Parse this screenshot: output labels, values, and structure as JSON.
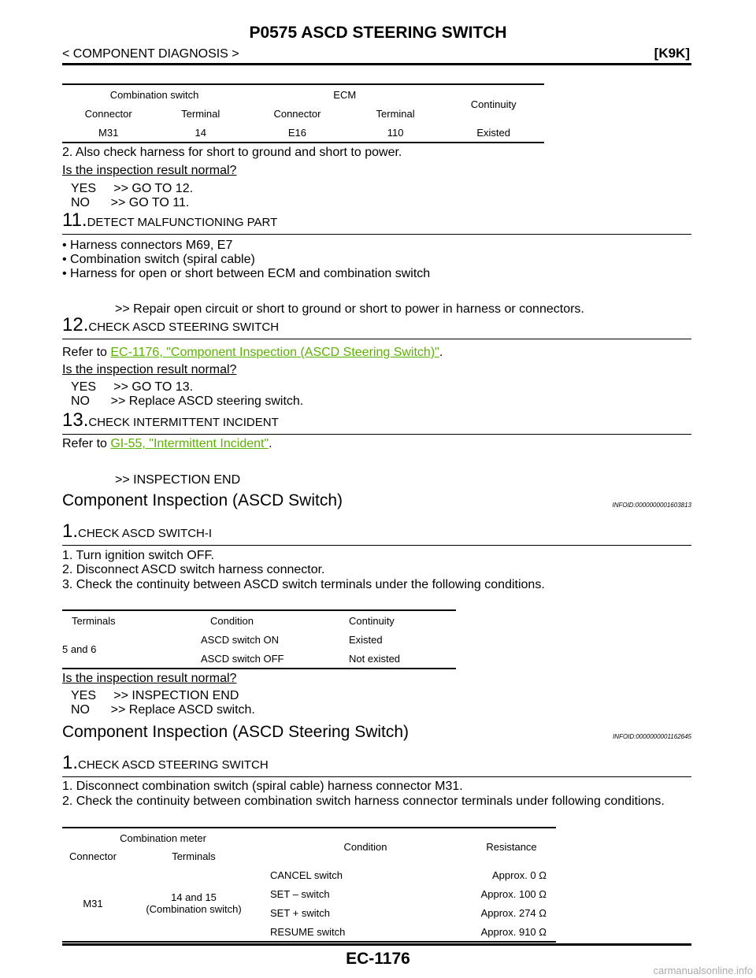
{
  "header": {
    "title": "P0575 ASCD STEERING SWITCH",
    "section": "< COMPONENT DIAGNOSIS >",
    "model": "[K9K]"
  },
  "table1": {
    "group1": "Combination switch",
    "group2": "ECM",
    "continuity": "Continuity",
    "sub": [
      "Connector",
      "Terminal",
      "Connector",
      "Terminal"
    ],
    "row": [
      "M31",
      "14",
      "E16",
      "110",
      "Existed"
    ]
  },
  "s10": {
    "line2": "2. Also check harness for short to ground and short to power.",
    "question": "Is the inspection result normal?",
    "yes": "YES     >> GO TO 12.",
    "no": "NO      >> GO TO 11."
  },
  "s11": {
    "num": "11.",
    "title": "DETECT MALFUNCTIONING PART",
    "bullets": [
      "• Harness connectors M69, E7",
      "• Combination switch (spiral cable)",
      "• Harness for open or short between ECM and combination switch"
    ],
    "action": ">> Repair open circuit or short to ground or short to power in harness or connectors."
  },
  "s12": {
    "num": "12.",
    "title": "CHECK ASCD STEERING SWITCH",
    "refer": "Refer to ",
    "link": "EC-1176, \"Component Inspection (ASCD Steering Switch)\"",
    "period": ".",
    "question": "Is the inspection result normal?",
    "yes": "YES     >> GO TO 13.",
    "no": "NO      >> Replace ASCD steering switch."
  },
  "s13": {
    "num": "13.",
    "title": "CHECK INTERMITTENT INCIDENT",
    "refer": "Refer to ",
    "link": "GI-55, \"Intermittent Incident\"",
    "period": ".",
    "action": ">> INSPECTION END"
  },
  "ci1": {
    "heading": "Component Inspection (ASCD Switch)",
    "infoid": "INFOID:0000000001603813",
    "num": "1.",
    "title": "CHECK ASCD SWITCH-I",
    "steps": [
      "1. Turn ignition switch OFF.",
      "2. Disconnect ASCD switch harness connector.",
      "3. Check the continuity between ASCD switch terminals under the following conditions."
    ],
    "table": {
      "headers": [
        "Terminals",
        "Condition",
        "Continuity"
      ],
      "terminals": "5 and 6",
      "rows": [
        [
          "ASCD switch ON",
          "Existed"
        ],
        [
          "ASCD switch OFF",
          "Not existed"
        ]
      ]
    },
    "question": "Is the inspection result normal?",
    "yes": "YES     >> INSPECTION END",
    "no": "NO      >> Replace ASCD switch."
  },
  "ci2": {
    "heading": "Component Inspection (ASCD Steering Switch)",
    "infoid": "INFOID:0000000001162645",
    "num": "1.",
    "title": "CHECK ASCD STEERING SWITCH",
    "steps": [
      "1. Disconnect combination switch (spiral cable) harness connector M31.",
      "2. Check the continuity between combination switch harness connector terminals under following conditions."
    ],
    "table": {
      "group": "Combination meter",
      "sub": [
        "Connector",
        "Terminals"
      ],
      "condition": "Condition",
      "resistance": "Resistance",
      "connector": "M31",
      "terminals1": "14 and 15",
      "terminals2": "(Combination switch)",
      "rows": [
        [
          "CANCEL switch",
          "Approx. 0 Ω"
        ],
        [
          "SET – switch",
          "Approx. 100 Ω"
        ],
        [
          "SET + switch",
          "Approx. 274 Ω"
        ],
        [
          "RESUME switch",
          "Approx. 910 Ω"
        ]
      ]
    }
  },
  "footer": {
    "page": "EC-1176",
    "watermark": "carmanualsonline.info"
  }
}
